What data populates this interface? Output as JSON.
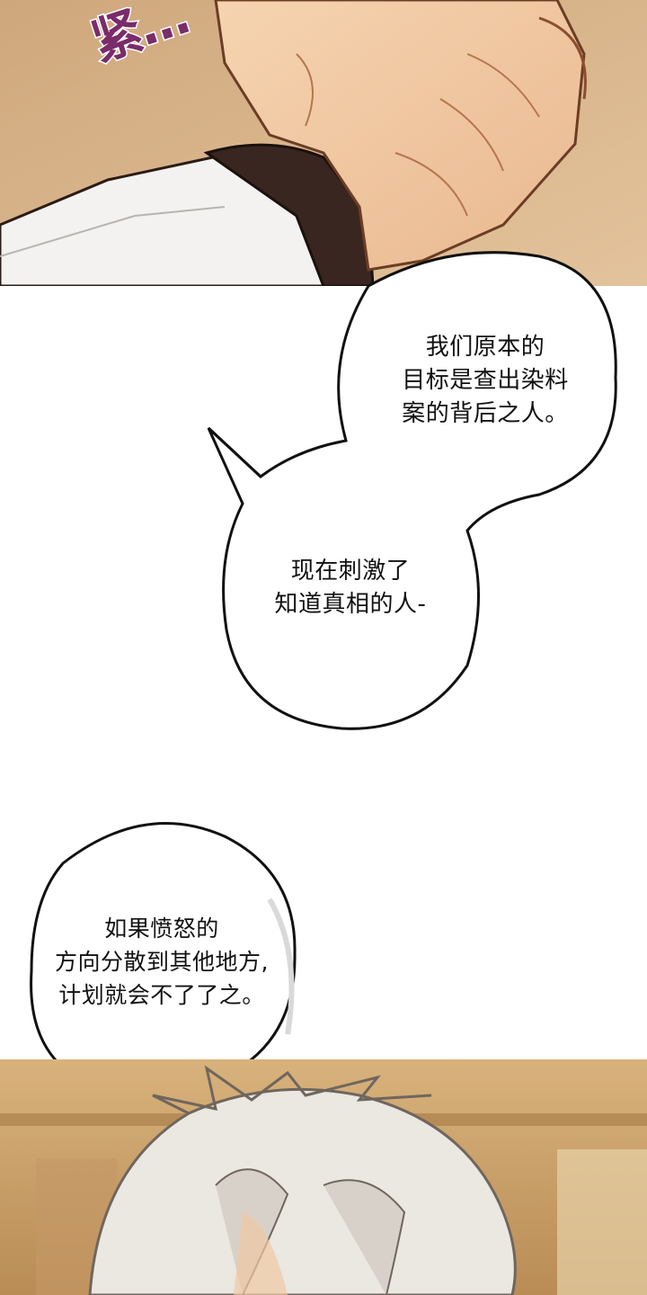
{
  "panels": {
    "top": {
      "sfx": "紧…"
    },
    "speech": [
      {
        "lines": [
          "我们原本的",
          "目标是查出染料",
          "案的背后之人。"
        ]
      },
      {
        "lines": [
          "现在刺激了",
          "知道真相的人-"
        ]
      },
      {
        "lines": [
          "如果愤怒的",
          "方向分散到其他地方,",
          "计划就会不了了之。"
        ]
      }
    ]
  },
  "colors": {
    "skin": "#f2c9a2",
    "background_top": "#d9b48c",
    "sleeve_dark": "#3a2620",
    "sfx": "#7a2c6a",
    "hair": "#e8e4df",
    "room": "#caa06a"
  }
}
